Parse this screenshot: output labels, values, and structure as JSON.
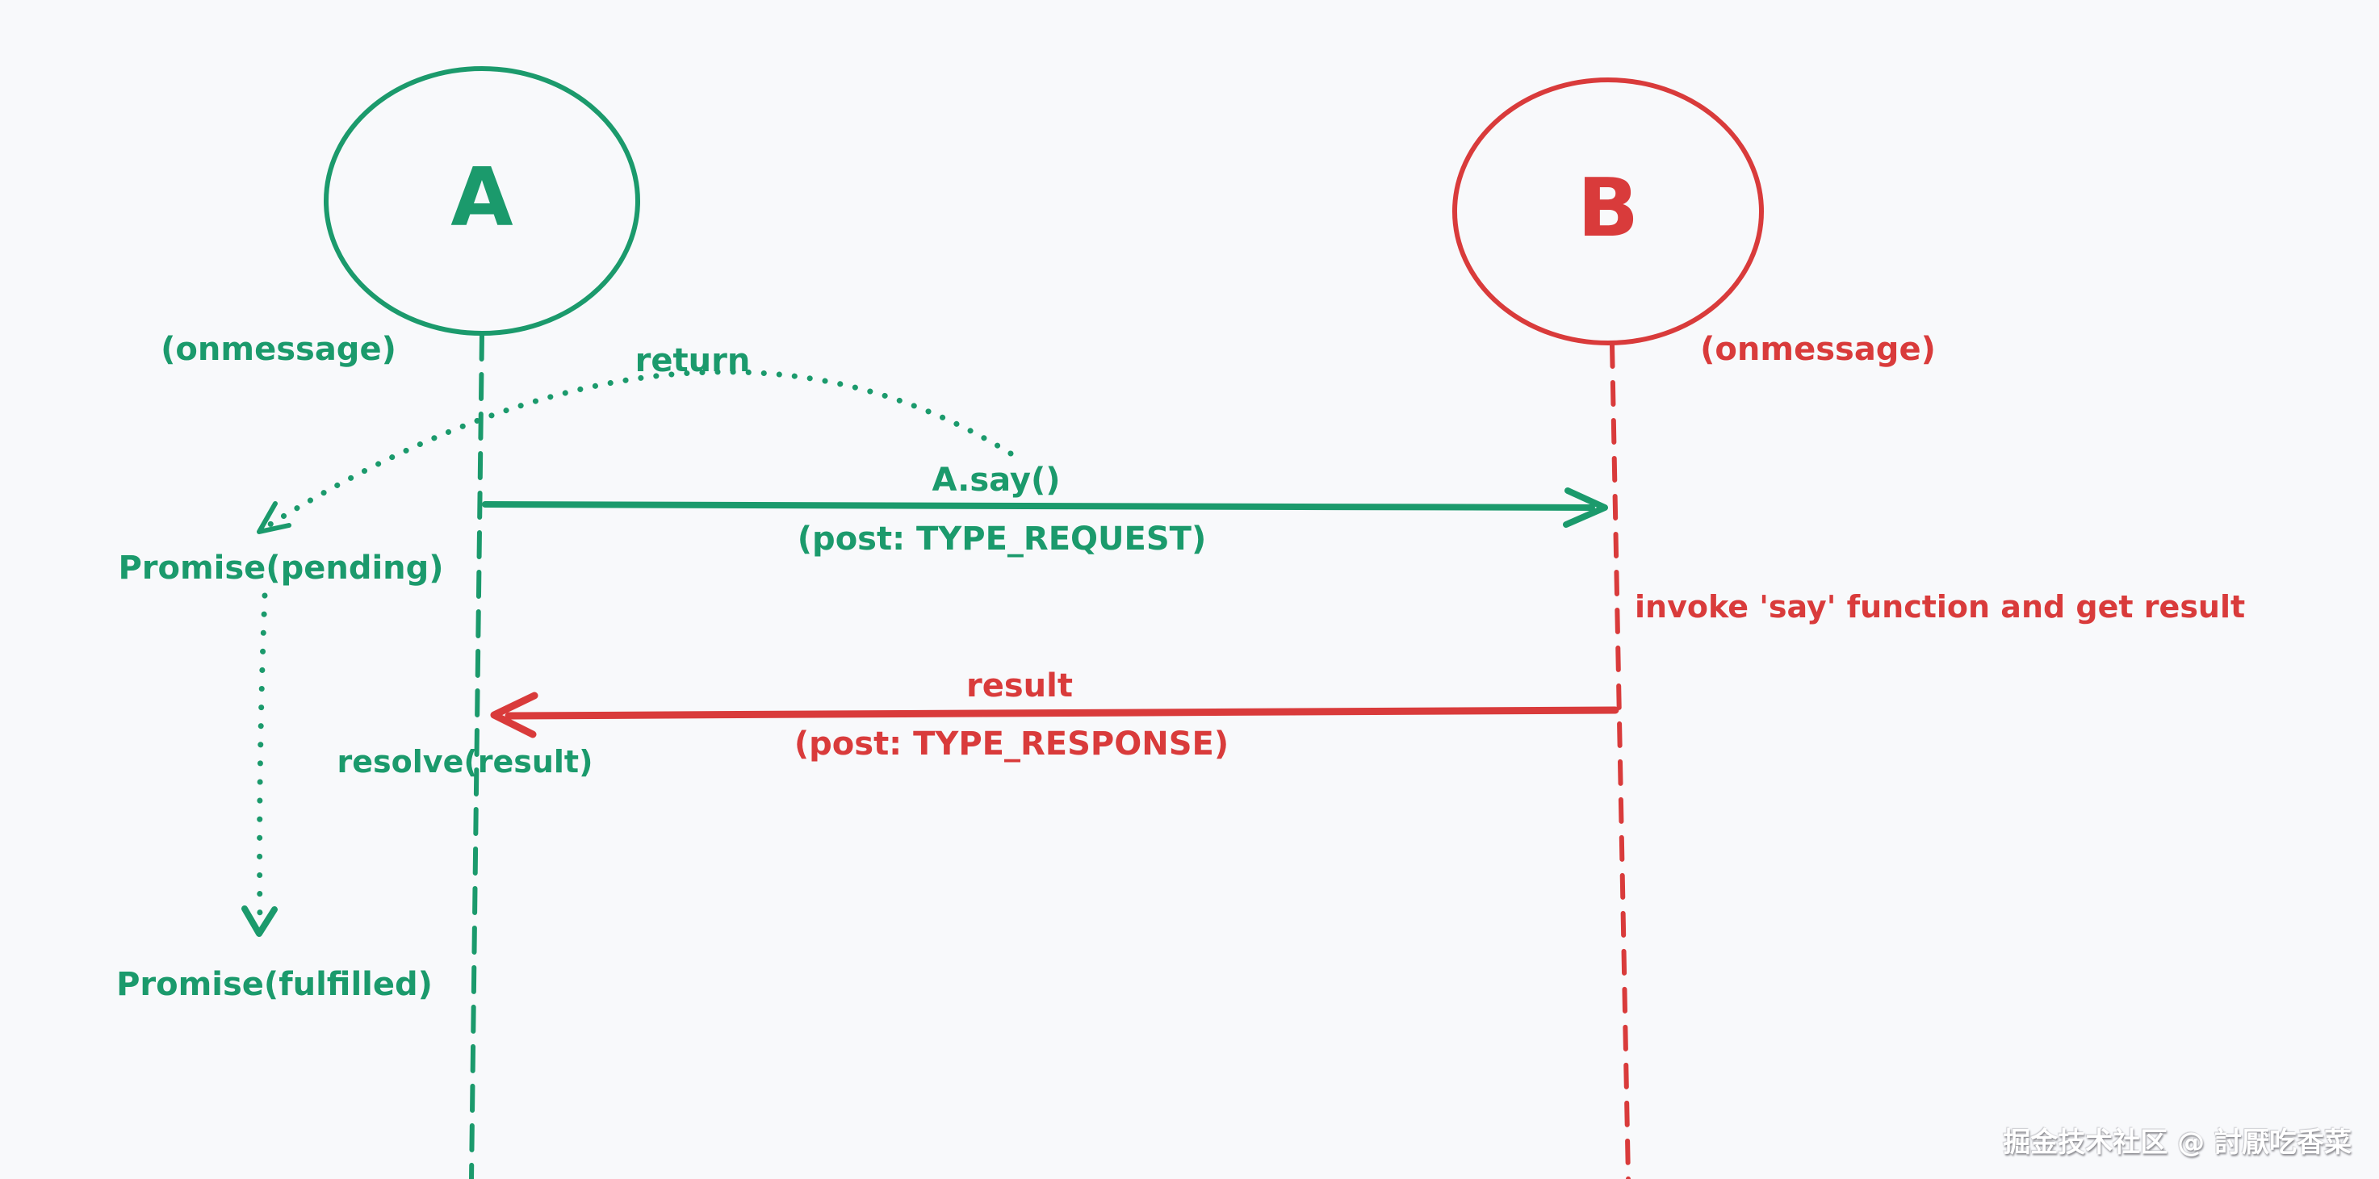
{
  "diagram_type": "hand-drawn sequence diagram (postMessage request/response between two contexts)",
  "colors": {
    "green": "#1b9a6c",
    "red": "#d93b3b",
    "bg": "#f8f9fb"
  },
  "actors": {
    "a": {
      "label": "A",
      "color": "#1b9a6c",
      "handler_note": "(onmessage)"
    },
    "b": {
      "label": "B",
      "color": "#d93b3b",
      "handler_note": "(onmessage)"
    }
  },
  "messages": {
    "request": {
      "label": "A.say()",
      "detail": "(post: TYPE_REQUEST)",
      "direction": "A to B"
    },
    "response": {
      "label": "result",
      "detail": "(post: TYPE_RESPONSE)",
      "direction": "B to A"
    }
  },
  "annotations": {
    "return_label": "return",
    "promise_pending": "Promise(pending)",
    "promise_fulfilled": "Promise(fulfilled)",
    "resolve_result": "resolve(result)",
    "invoke_note": "invoke 'say' function and get result"
  },
  "watermark": "掘金技术社区 @ 討厭吃香菜"
}
